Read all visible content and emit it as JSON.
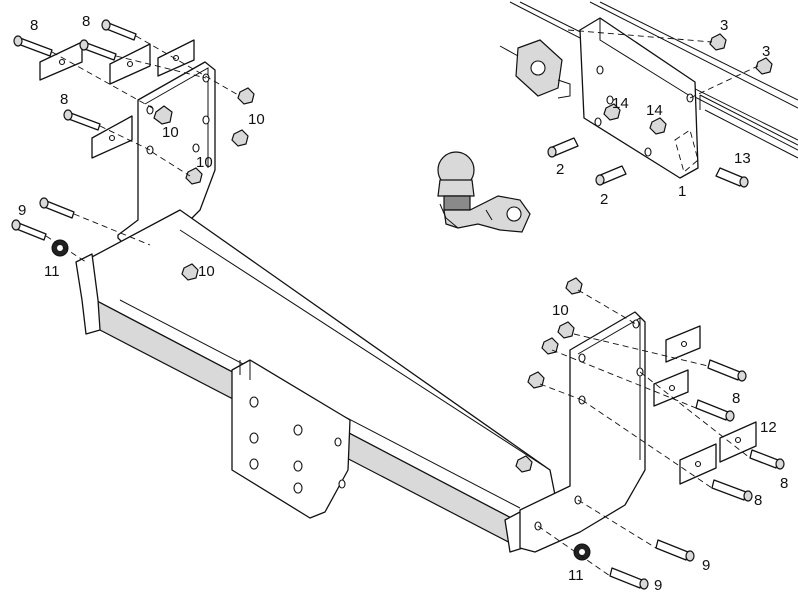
{
  "labels": {
    "bolt_8": "8",
    "bolt_9": "9",
    "nut_10": "10",
    "washer_11": "11",
    "plate_12": "12",
    "bolt_13": "13",
    "nut_14": "14",
    "bolt_2": "2",
    "bracket_1": "1",
    "nut_3": "3"
  }
}
